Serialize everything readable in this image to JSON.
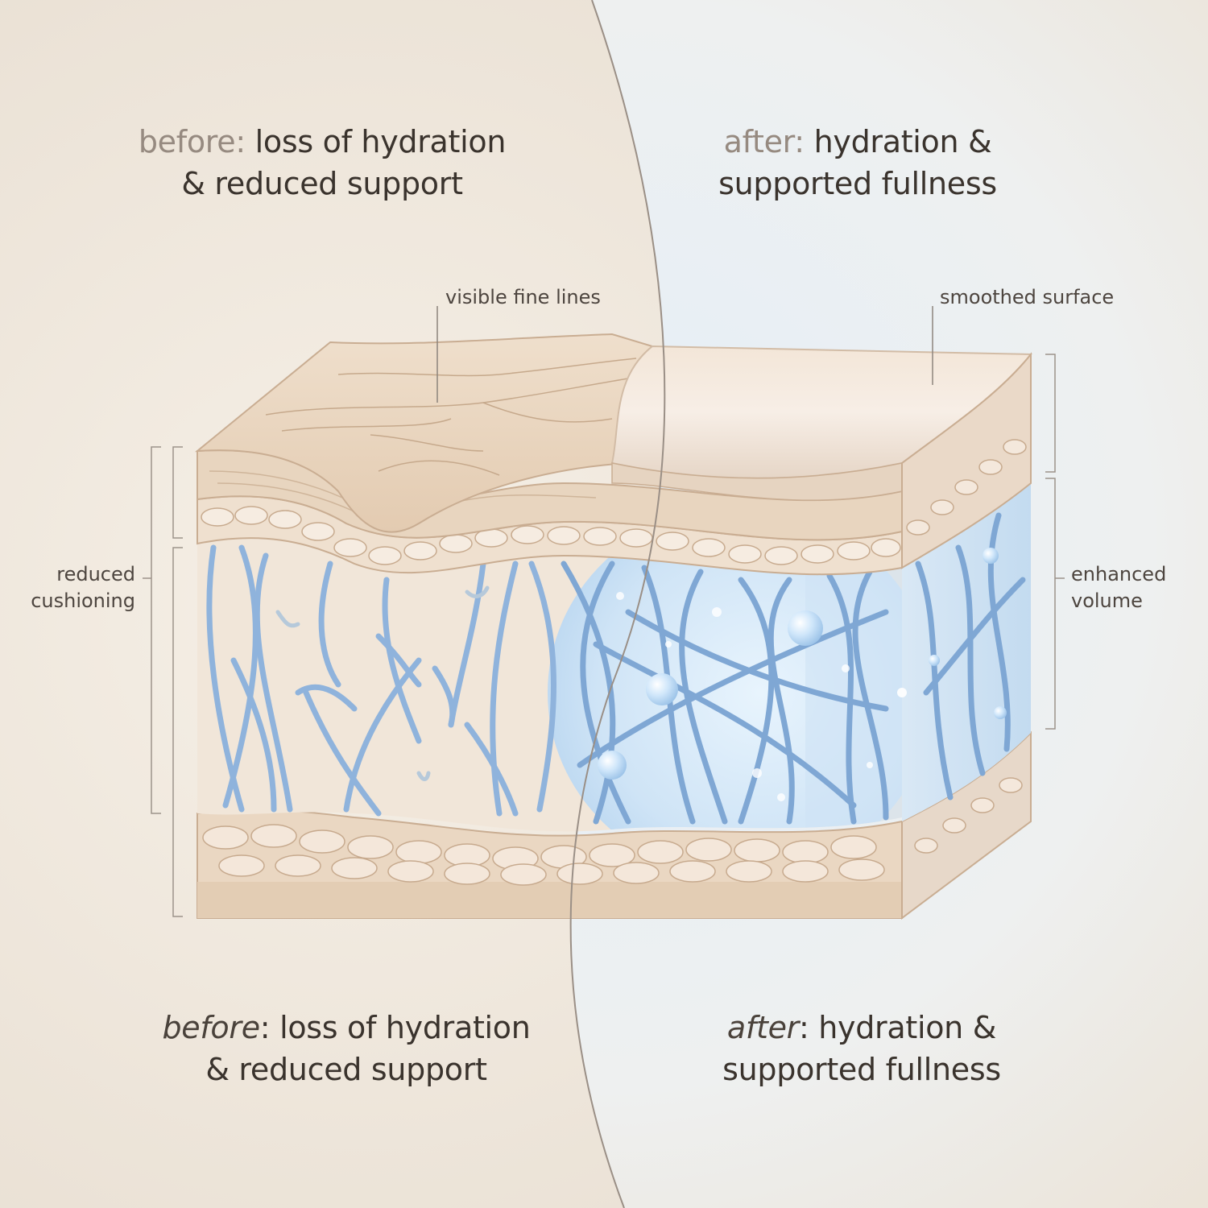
{
  "headings": {
    "top_before": {
      "prefix": "before:",
      "line1_rest": " loss of hydration",
      "line2": "& reduced support"
    },
    "top_after": {
      "prefix": "after:",
      "line1_rest": " hydration &",
      "line2": "supported fullness"
    },
    "bottom_before": {
      "prefix": "before",
      "line1_rest": ": loss of hydration",
      "line2": "& reduced support"
    },
    "bottom_after": {
      "prefix": "after",
      "line1_rest": ": hydration &",
      "line2": "supported fullness"
    }
  },
  "callouts": {
    "fine_lines": "visible fine lines",
    "smoothed_surface": "smoothed surface",
    "reduced_cushioning": {
      "line1": "reduced",
      "line2": "cushioning"
    },
    "enhanced_volume": {
      "line1": "enhanced",
      "line2": "volume"
    }
  },
  "colors": {
    "background_before": "#ede4d8",
    "background_after": "#dfe9f3",
    "skin_surface": "#ecd9c4",
    "skin_side": "#e6d0b9",
    "collagen_fiber": "#8fb3dc",
    "hydration_glow": "#c9e2f7",
    "divider": "#9a8f86"
  },
  "icons": {
    "divider": "curved-divider-line",
    "brackets": "measurement-bracket-icon"
  }
}
